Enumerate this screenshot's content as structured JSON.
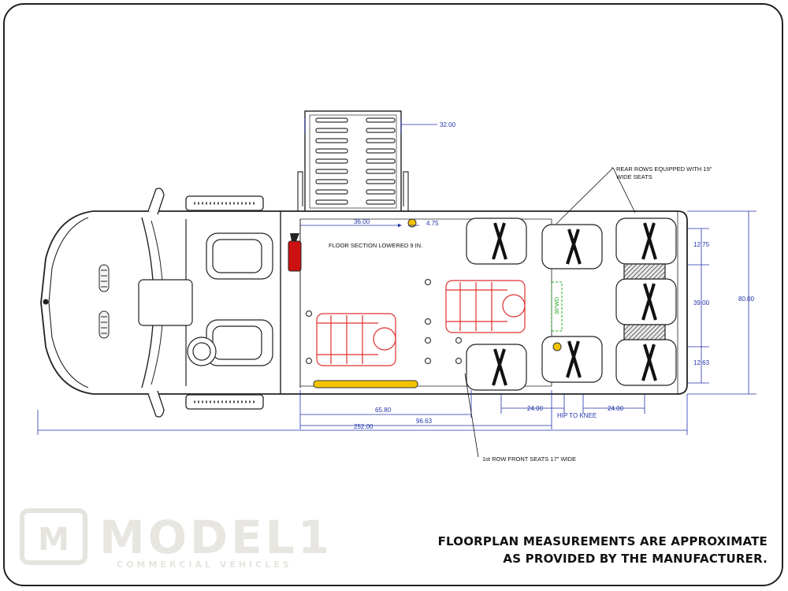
{
  "dimensions": {
    "ramp_width": "32.00",
    "door_to_ramp": "36.00",
    "ramp_offset": "4.75",
    "seat_spacing_top": "12.75",
    "rear_row_width": "39.00",
    "seat_spacing_bottom": "12.63",
    "interior_width": "80.00",
    "first_row_span": "65.80",
    "second_row_span": "96.63",
    "overall_length": "252.00",
    "hip_to_knee_left": "24.00",
    "hip_to_knee_right": "24.00"
  },
  "labels": {
    "floor_section": "FLOOR SECTION LOWERED 9 IN.",
    "rear_rows_line1": "REAR ROWS EQUIPPED WITH 19\"",
    "rear_rows_line2": "WIDE SEATS",
    "hip_to_knee": "HIP TO KNEE",
    "first_row": "1st ROW FRONT SEATS 17\" WIDE",
    "green_clearance": "36\"WD"
  },
  "footer": {
    "disclaimer_line1": "FLOORPLAN MEASUREMENTS ARE APPROXIMATE",
    "disclaimer_line2": "AS PROVIDED BY THE MANUFACTURER."
  },
  "logo": {
    "mark": "M",
    "word": "MODEL1",
    "sub": "COMMERCIAL VEHICLES"
  },
  "colors": {
    "dimension": "#2233aa",
    "wheelchair": "#e03030",
    "seat_belt": "#111111",
    "lift_bar": "#f2c400",
    "logo_watermark": "#e6e4de"
  }
}
